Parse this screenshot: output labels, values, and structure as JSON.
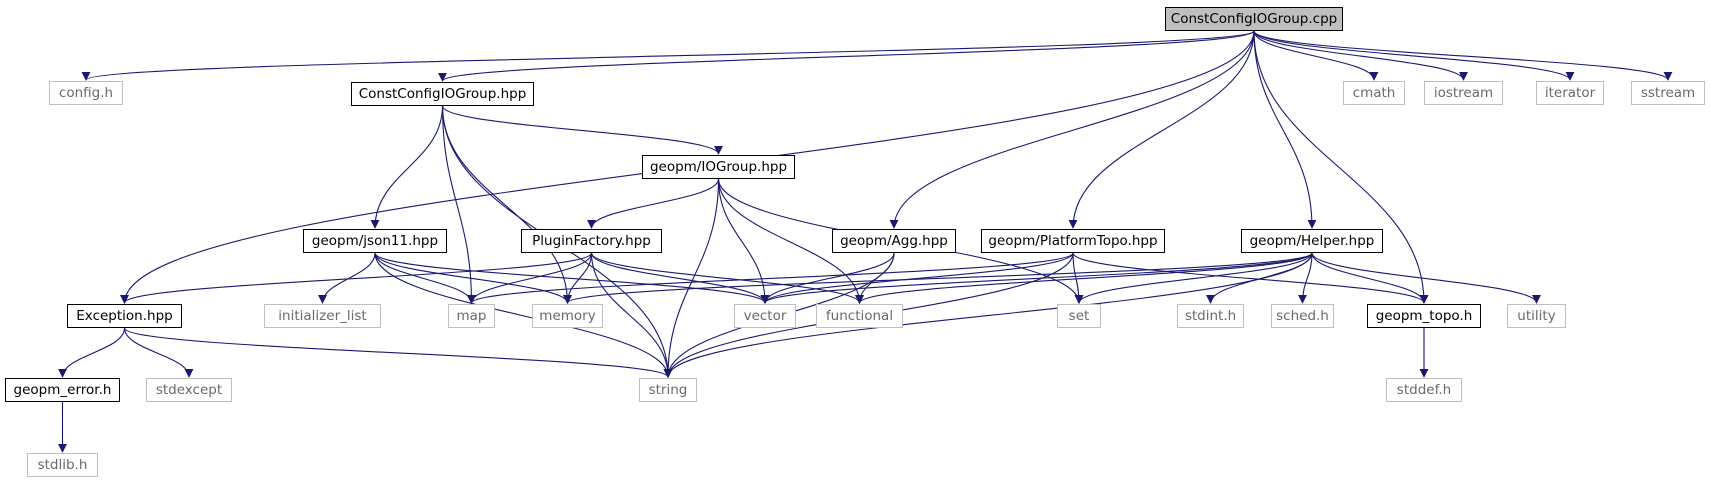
{
  "diagram": {
    "colors": {
      "edge": "#191970",
      "root_fill": "#bfbfbf",
      "system_border": "#bfbfbf",
      "system_text": "#6a6a6a",
      "doc_border": "#000000"
    },
    "nodes": [
      {
        "id": "root",
        "label": "ConstConfigIOGroup.cpp",
        "kind": "root"
      },
      {
        "id": "config_h",
        "label": "config.h",
        "kind": "system"
      },
      {
        "id": "ccio_hpp",
        "label": "ConstConfigIOGroup.hpp",
        "kind": "documented"
      },
      {
        "id": "cmath",
        "label": "cmath",
        "kind": "system"
      },
      {
        "id": "iostream",
        "label": "iostream",
        "kind": "system"
      },
      {
        "id": "iterator",
        "label": "iterator",
        "kind": "system"
      },
      {
        "id": "sstream",
        "label": "sstream",
        "kind": "system"
      },
      {
        "id": "iogroup",
        "label": "geopm/IOGroup.hpp",
        "kind": "documented"
      },
      {
        "id": "json11",
        "label": "geopm/json11.hpp",
        "kind": "documented"
      },
      {
        "id": "pluginfactory",
        "label": "PluginFactory.hpp",
        "kind": "documented"
      },
      {
        "id": "agg",
        "label": "geopm/Agg.hpp",
        "kind": "documented"
      },
      {
        "id": "platformtopo",
        "label": "geopm/PlatformTopo.hpp",
        "kind": "documented"
      },
      {
        "id": "helper",
        "label": "geopm/Helper.hpp",
        "kind": "documented"
      },
      {
        "id": "exception",
        "label": "Exception.hpp",
        "kind": "documented"
      },
      {
        "id": "initlist",
        "label": "initializer_list",
        "kind": "system"
      },
      {
        "id": "map",
        "label": "map",
        "kind": "system"
      },
      {
        "id": "memory",
        "label": "memory",
        "kind": "system"
      },
      {
        "id": "vector",
        "label": "vector",
        "kind": "system"
      },
      {
        "id": "functional",
        "label": "functional",
        "kind": "system"
      },
      {
        "id": "set",
        "label": "set",
        "kind": "system"
      },
      {
        "id": "stdint",
        "label": "stdint.h",
        "kind": "system"
      },
      {
        "id": "sched",
        "label": "sched.h",
        "kind": "system"
      },
      {
        "id": "geopm_topo",
        "label": "geopm_topo.h",
        "kind": "documented"
      },
      {
        "id": "utility",
        "label": "utility",
        "kind": "system"
      },
      {
        "id": "geopm_error",
        "label": "geopm_error.h",
        "kind": "documented"
      },
      {
        "id": "stdexcept",
        "label": "stdexcept",
        "kind": "system"
      },
      {
        "id": "string",
        "label": "string",
        "kind": "system"
      },
      {
        "id": "stddef",
        "label": "stddef.h",
        "kind": "system"
      },
      {
        "id": "stdlib",
        "label": "stdlib.h",
        "kind": "system"
      }
    ],
    "edges": [
      [
        "root",
        "config_h"
      ],
      [
        "root",
        "ccio_hpp"
      ],
      [
        "root",
        "exception"
      ],
      [
        "root",
        "agg"
      ],
      [
        "root",
        "platformtopo"
      ],
      [
        "root",
        "helper"
      ],
      [
        "root",
        "geopm_topo"
      ],
      [
        "root",
        "cmath"
      ],
      [
        "root",
        "iostream"
      ],
      [
        "root",
        "iterator"
      ],
      [
        "root",
        "sstream"
      ],
      [
        "ccio_hpp",
        "iogroup"
      ],
      [
        "ccio_hpp",
        "json11"
      ],
      [
        "ccio_hpp",
        "map"
      ],
      [
        "ccio_hpp",
        "memory"
      ],
      [
        "ccio_hpp",
        "string"
      ],
      [
        "iogroup",
        "pluginfactory"
      ],
      [
        "iogroup",
        "vector"
      ],
      [
        "iogroup",
        "functional"
      ],
      [
        "iogroup",
        "string"
      ],
      [
        "iogroup",
        "set"
      ],
      [
        "json11",
        "initlist"
      ],
      [
        "json11",
        "map"
      ],
      [
        "json11",
        "memory"
      ],
      [
        "json11",
        "vector"
      ],
      [
        "json11",
        "string"
      ],
      [
        "pluginfactory",
        "exception"
      ],
      [
        "pluginfactory",
        "map"
      ],
      [
        "pluginfactory",
        "memory"
      ],
      [
        "pluginfactory",
        "vector"
      ],
      [
        "pluginfactory",
        "functional"
      ],
      [
        "pluginfactory",
        "string"
      ],
      [
        "agg",
        "vector"
      ],
      [
        "agg",
        "functional"
      ],
      [
        "agg",
        "string"
      ],
      [
        "platformtopo",
        "set"
      ],
      [
        "platformtopo",
        "vector"
      ],
      [
        "platformtopo",
        "map"
      ],
      [
        "platformtopo",
        "geopm_topo"
      ],
      [
        "platformtopo",
        "string"
      ],
      [
        "helper",
        "memory"
      ],
      [
        "helper",
        "vector"
      ],
      [
        "helper",
        "functional"
      ],
      [
        "helper",
        "set"
      ],
      [
        "helper",
        "stdint"
      ],
      [
        "helper",
        "sched"
      ],
      [
        "helper",
        "geopm_topo"
      ],
      [
        "helper",
        "utility"
      ],
      [
        "helper",
        "string"
      ],
      [
        "exception",
        "geopm_error"
      ],
      [
        "exception",
        "stdexcept"
      ],
      [
        "exception",
        "string"
      ],
      [
        "geopm_error",
        "stdlib"
      ],
      [
        "geopm_topo",
        "stddef"
      ]
    ]
  }
}
